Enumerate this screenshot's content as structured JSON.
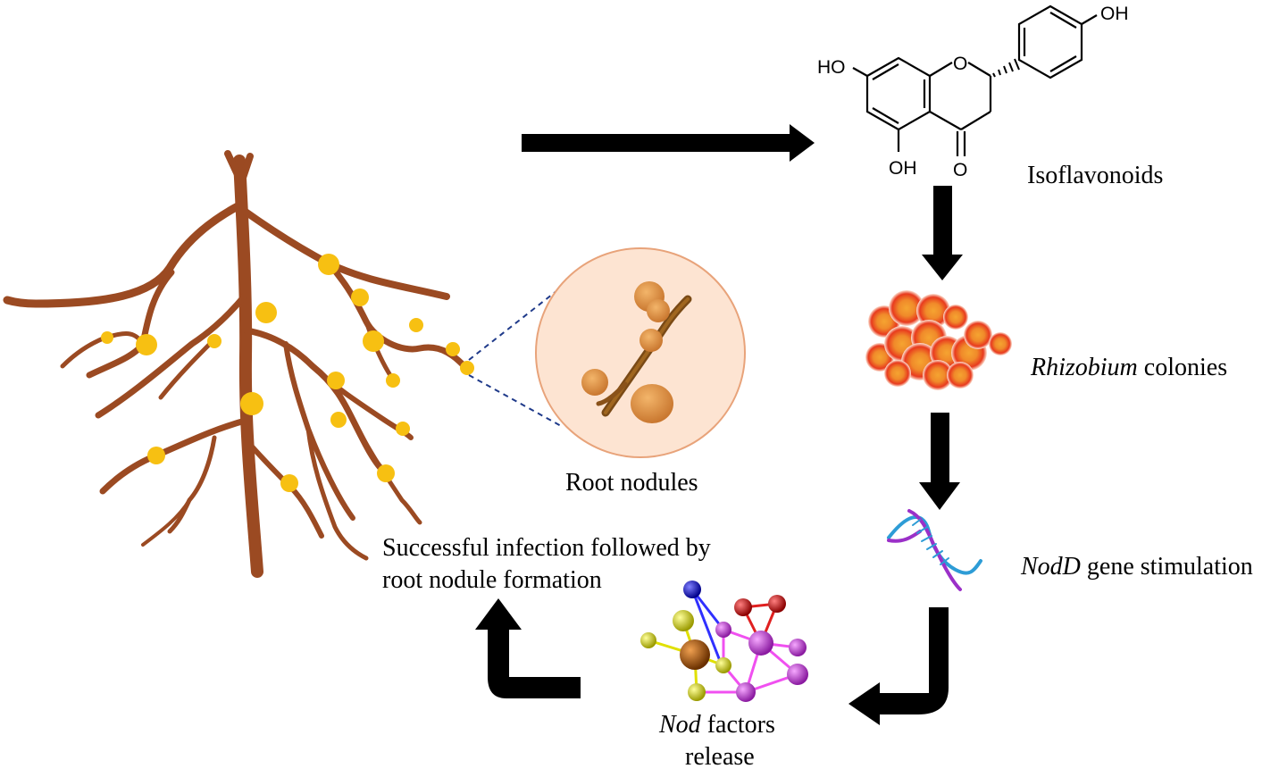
{
  "labels": {
    "isoflavonoids": "Isoflavonoids",
    "rhizobium_italic": "Rhizobium",
    "rhizobium_rest": " colonies",
    "root_nodules": "Root nodules",
    "nodd_italic": "NodD",
    "nodd_rest": " gene stimulation",
    "infection_line1": "Successful infection followed by",
    "infection_line2": "root nodule formation",
    "nod_italic": "Nod",
    "nod_rest": " factors",
    "nod_line2": "release"
  },
  "molecule": {
    "ho_left": "HO",
    "oh_top": "OH",
    "oh_bottom": "OH",
    "ring_o": "O",
    "carbonyl_o": "O"
  },
  "colors": {
    "root": "#9b4a22",
    "nodule": "#f7c012",
    "inset_fill": "#fde4d2",
    "inset_stroke": "#e8a37a",
    "bacteria": "#e83a1e",
    "dna_strand_a": "#9b30c8",
    "dna_strand_b": "#2d9cd6",
    "arrow": "#000000"
  }
}
